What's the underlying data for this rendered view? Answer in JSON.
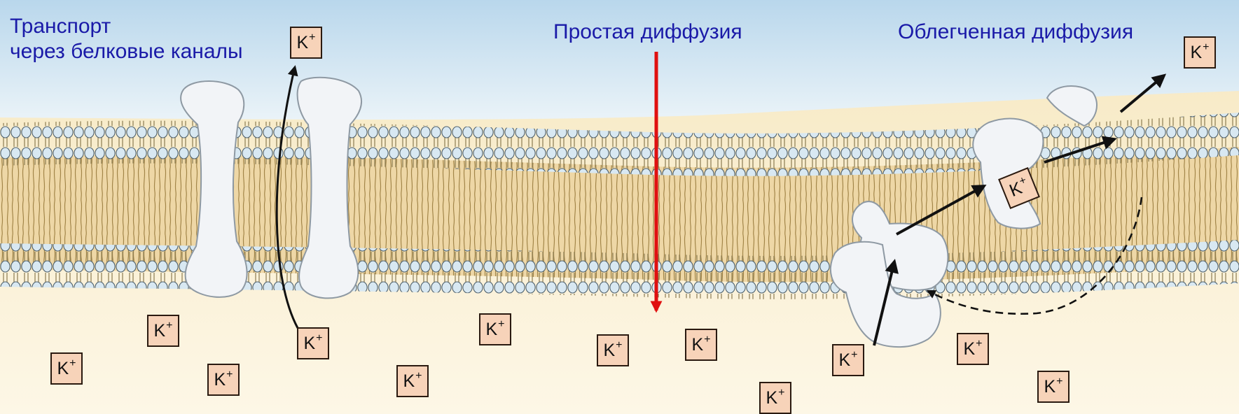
{
  "labels": {
    "channel_title_line1": "Транспорт",
    "channel_title_line2": "через белковые каналы",
    "simple_title": "Простая диффузия",
    "facilitated_title": "Облегченная диффузия"
  },
  "ion": {
    "symbol": "K",
    "charge": "+"
  },
  "colors": {
    "caption": "#1a1aa8",
    "arrow_simple": "#e01010",
    "sky": "#cfe3f0",
    "cytoplasm": "#f8eccc",
    "lipid_head": "#d8e8f2",
    "lipid_tail": "#e2c688",
    "protein": "#f2f4f7",
    "ion_fill": "#f7d3b9"
  }
}
